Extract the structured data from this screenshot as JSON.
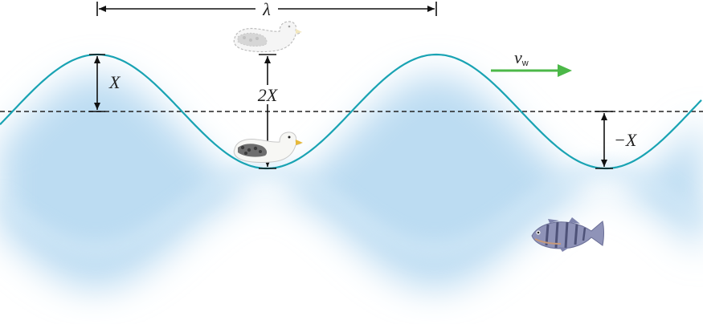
{
  "figure": {
    "labels": {
      "wavelength": "λ",
      "amplitude": "X",
      "double_amplitude": "2X",
      "negative_amplitude": "−X",
      "wave_velocity": "v",
      "wave_velocity_subscript": "w"
    },
    "colors": {
      "wave_line": "#19a3b3",
      "water": "#bcdcf2",
      "velocity_arrow": "#4cb848",
      "equilibrium_line": "#222222",
      "dimension_lines": "#111111"
    },
    "icons": [
      "duck-icon",
      "ghost-duck-icon",
      "fish-icon"
    ]
  }
}
